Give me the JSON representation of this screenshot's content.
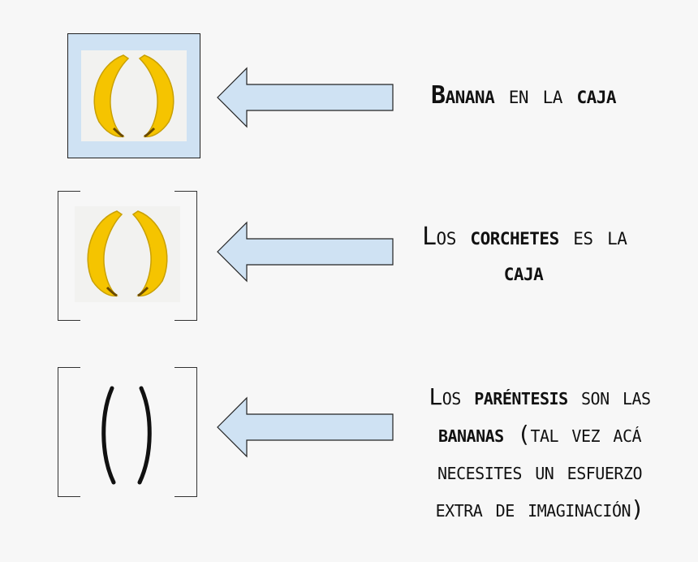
{
  "rows": [
    {
      "text_parts": [
        {
          "t": "Banana",
          "bold": true
        },
        {
          "t": " en la ",
          "bold": false
        },
        {
          "t": "caja",
          "bold": true
        }
      ]
    },
    {
      "text_parts": [
        {
          "t": "Los ",
          "bold": false
        },
        {
          "t": "corchetes",
          "bold": true
        },
        {
          "t": " es la",
          "bold": false
        },
        {
          "t": "\n",
          "bold": false
        },
        {
          "t": "caja",
          "bold": true
        }
      ]
    },
    {
      "text_parts": [
        {
          "t": "Los ",
          "bold": false
        },
        {
          "t": "paréntesis",
          "bold": true
        },
        {
          "t": " son las",
          "bold": false
        },
        {
          "t": "\n",
          "bold": false
        },
        {
          "t": "bananas",
          "bold": true
        },
        {
          "t": " (tal vez acá",
          "bold": false
        },
        {
          "t": "\n",
          "bold": false
        },
        {
          "t": "necesites un esfuerzo",
          "bold": false
        },
        {
          "t": "\n",
          "bold": false
        },
        {
          "t": "extra de imaginación)",
          "bold": false
        }
      ]
    }
  ],
  "colors": {
    "arrow_fill": "#cfe2f3",
    "arrow_stroke": "#222222",
    "box_fill": "#cfe2f3",
    "banana_yellow": "#f5c400",
    "banana_dark": "#c9a000",
    "background": "#f7f7f7"
  },
  "icons": {
    "arrow": "left-arrow-icon",
    "banana": "banana-pair-icon",
    "parens": "parentheses-icon"
  }
}
